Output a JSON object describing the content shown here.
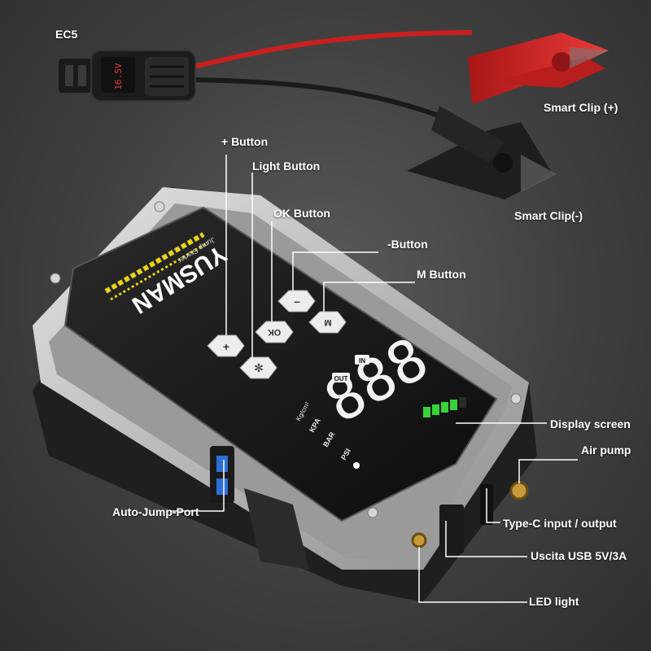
{
  "labels": {
    "ec5": "EC5",
    "smart_clip_pos": "Smart Clip (+)",
    "smart_clip_neg": "Smart Clip(-)",
    "plus_button": "+ Button",
    "light_button": "Light Button",
    "ok_button": "OK Button",
    "minus_button": "-Button",
    "m_button": "M Button",
    "display_screen": "Display screen",
    "air_pump": "Air pump",
    "auto_jump_port": "Auto-Jump-Port",
    "type_c": "Type-C input / output",
    "usb_out": "Uscita USB 5V/3A",
    "led_light": "LED light"
  },
  "device": {
    "brand": "YUSMAN",
    "subtitle": "Jump Starter",
    "ec5_display": "16.5V",
    "display_digits": "888",
    "units": [
      "Kg/cm²",
      "KPA",
      "BAR",
      "PSI"
    ],
    "out_indicator": "OUT",
    "in_indicator": "IN",
    "button_plus": "+",
    "button_minus": "–",
    "button_ok": "OK",
    "button_m": "M",
    "battery_level": 0.8
  },
  "colors": {
    "background": "#444444",
    "clip_red": "#d42a2a",
    "clip_black": "#1e1e1e",
    "body_silver": "#c9c9c9",
    "screen": "#141414",
    "accent_yellow": "#e9d21b",
    "battery_green": "#39d23a"
  }
}
